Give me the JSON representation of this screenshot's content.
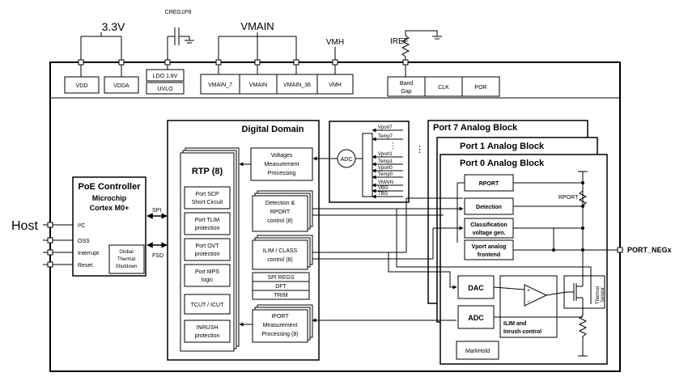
{
  "labels": {
    "v33": "3.3V",
    "creg": "CREG1P8",
    "vmain_top": "VMAIN",
    "vmh_top": "VMH",
    "iref": "IREF",
    "host": "Host",
    "port_negx": "PORT_NEGx",
    "rport_ext": "RPORT"
  },
  "top_boxes": {
    "vdd": "VDD",
    "vdda": "VDDA",
    "ldo": "LDO 1.8V",
    "uvlo": "UVLO",
    "vmain7": "VMAIN_7",
    "vmain": "VMAIN",
    "vmain36": "VMAIN_36",
    "vmh": "VMH",
    "bandgap_1": "Band",
    "bandgap_2": "Gap",
    "clk": "CLK",
    "por": "POR"
  },
  "poe": {
    "title": "PoE Controller",
    "sub1": "Microchip",
    "sub2": "Cortex M0+",
    "pins": [
      "I²C",
      "OSS",
      "Interrupt",
      "Reset"
    ],
    "spi": "SPI",
    "fsd": "FSD",
    "gts_1": "Global",
    "gts_2": "Thermal",
    "gts_3": "Shutdown"
  },
  "digital": {
    "title": "Digital Domain",
    "rtp": "RTP (8)",
    "rtp_items": [
      [
        "Port SCP",
        "Short Circuit"
      ],
      [
        "Port TLIM",
        "protection"
      ],
      [
        "Port OVT",
        "protection"
      ],
      [
        "Port MPS",
        "logic"
      ],
      [
        "TCUT / ICUT"
      ],
      [
        "INRUSH",
        "protection"
      ]
    ],
    "voltages": [
      "Voltages",
      "Measurement",
      "Processing"
    ],
    "detection": [
      "Detection &",
      "RPORT",
      "control (8)"
    ],
    "ilim": [
      "ILIM / CLASS",
      "control (8)"
    ],
    "regs": [
      "SPI REGS",
      "DFT",
      "TRIM"
    ],
    "iport": [
      "IPORT",
      "Measurement",
      "Processing (8)"
    ]
  },
  "mux": {
    "adc": "ADC",
    "inputs": [
      "Vport7",
      "Temp7",
      "Vport1",
      "Temp1",
      "Vport0",
      "Temp0",
      "VMAIN",
      "VBG",
      "TBG"
    ]
  },
  "analog": {
    "port7": "Port 7 Analog Block",
    "port1": "Port 1 Analog Block",
    "port0": "Port 0 Analog Block",
    "rport": "RPORT",
    "detection": "Detection",
    "class_1": "Classification",
    "class_2": "voltage gen.",
    "vport_1": "Vport analog",
    "vport_2": "frontend",
    "dac": "DAC",
    "adc": "ADC",
    "ilim_1": "ILIM and",
    "ilim_2": "Inrush control",
    "markhold": "MarkHold",
    "thermal_1": "Thermal",
    "thermal_2": "Sensor"
  }
}
